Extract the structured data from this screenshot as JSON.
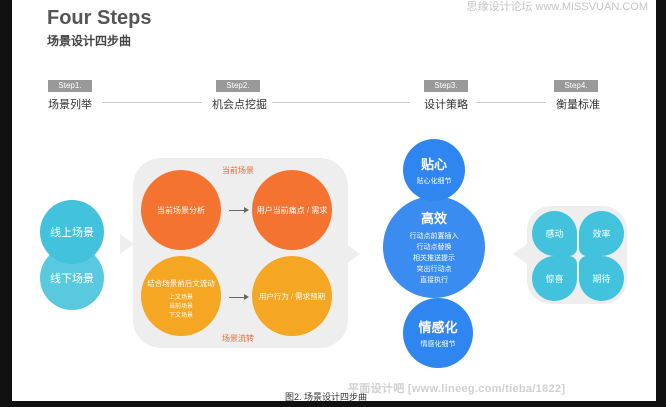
{
  "header": {
    "title": "Four Steps",
    "subtitle": "场景设计四步曲",
    "watermark_top": "思缘设计论坛 www.MISSVUAN.COM"
  },
  "steps": [
    {
      "badge": "Step1.",
      "label": "场景列举"
    },
    {
      "badge": "Step2.",
      "label": "机会点挖掘"
    },
    {
      "badge": "Step3.",
      "label": "设计策略"
    },
    {
      "badge": "Step4.",
      "label": "衡量标准"
    }
  ],
  "scene_list": {
    "online": "线上场景",
    "offline": "线下场景"
  },
  "opportunity": {
    "current_scene_label": "当前场景",
    "flow_label": "场景流转",
    "current_analysis": "当前场景分析",
    "pain_points": "用户当前痛点 / 需求",
    "context_flow": "结合场景前后文流动",
    "context_items": [
      "上文场景",
      "当前场景",
      "下文场景"
    ],
    "behavior_forecast": "用户行为 / 需求预期"
  },
  "strategy": {
    "top": {
      "title": "贴心",
      "sub": "贴心化细节"
    },
    "center": {
      "title": "高效",
      "items": [
        "行动点前置插入",
        "行动点替换",
        "相关推送提示",
        "突出行动点",
        "直接执行"
      ]
    },
    "bottom": {
      "title": "情感化",
      "sub": "情感化细节"
    }
  },
  "measures": [
    "感动",
    "效率",
    "惊喜",
    "期待"
  ],
  "caption": "图2. 场景设计四步曲",
  "watermark_bottom": "平面设计吧 [www.lineeg.com/tieba/1822]",
  "colors": {
    "cyan": "#42c2dc",
    "orange": "#f57331",
    "yellow": "#f5a623",
    "blue": "#2f86f0",
    "panel_gray": "#eeeeee",
    "badge_gray": "#999999"
  }
}
